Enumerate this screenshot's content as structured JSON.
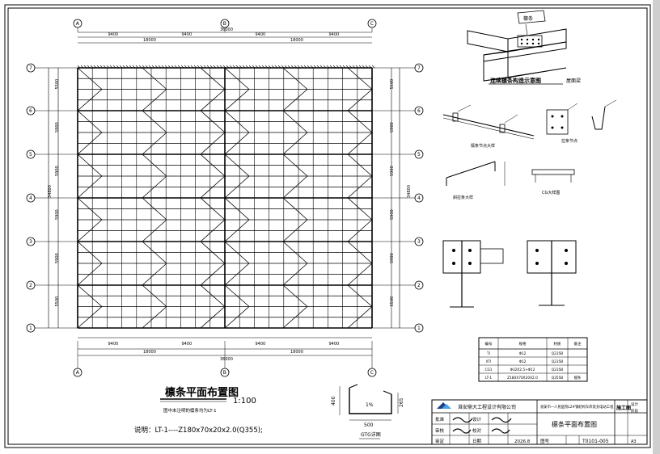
{
  "drawing": {
    "main_title": "檩条平面布置图",
    "scale": "1:100",
    "subnote": "图中未注明的檩条均为LT-1",
    "note": "说明：LT-1----Z180x70x20x2.0(Q355);",
    "detail_title": "连续檩条构造示意图",
    "detail_labels": [
      "檩条",
      "屋面梁"
    ],
    "gtg_label": "GTG详图",
    "gtg_dims": [
      "400",
      "500",
      "265",
      "1%"
    ],
    "small_detail_labels": [
      "檩条节点大样",
      "拉条节点",
      "斜拉条大样",
      "CG大样图"
    ]
  },
  "grid": {
    "columns": [
      "A",
      "B",
      "C"
    ],
    "rows": [
      "1",
      "2",
      "3",
      "4",
      "5",
      "6",
      "7"
    ],
    "dims_top_segments": [
      "9400",
      "9400",
      "9400",
      "9400"
    ],
    "dims_top_spans": [
      "18000",
      "18000"
    ],
    "dims_total": "36000",
    "dims_side": [
      "5500",
      "5900",
      "5900",
      "5900",
      "5900",
      "5500"
    ],
    "dims_side_total": "34800"
  },
  "schedule": {
    "headers": [
      "编号",
      "规格",
      "材质",
      "备注"
    ],
    "rows": [
      [
        "TI",
        "Φ12",
        "Q235B",
        ""
      ],
      [
        "XTI",
        "Φ12",
        "Q235B",
        ""
      ],
      [
        "CG1",
        "Φ32X2.5+Φ12",
        "Q235B",
        ""
      ],
      [
        "LT-1",
        "Z180X70X20X2.0",
        "Q355B",
        "檩条"
      ]
    ]
  },
  "titleblock": {
    "company": "淮安鼎大工程设计有限公司",
    "project": "淮安市一人民医院L2#钢结构车库及充电站工程",
    "drawing_name": "檩条平面布置图",
    "stage": "施工图",
    "role_labels": [
      "批准",
      "审核",
      "审定"
    ],
    "role_labels2": [
      "设计",
      "校对",
      "日期"
    ],
    "date": "2026.8",
    "drawing_no_label": "图号",
    "drawing_no": "T0101-005",
    "sheet_size": "A3",
    "side_tag": [
      "设计",
      "阶段"
    ]
  },
  "colors": {
    "line": "#000000",
    "background": "#ffffff",
    "scrollbar": "#cfcfcf"
  }
}
